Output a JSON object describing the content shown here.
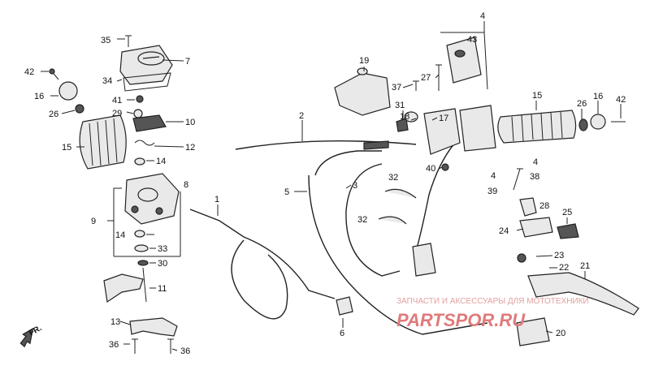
{
  "labels": {
    "p1": "1",
    "p2": "2",
    "p3": "3",
    "p4a": "4",
    "p4b": "4",
    "p5": "5",
    "p6": "6",
    "p7": "7",
    "p8": "8",
    "p9": "9",
    "p10": "10",
    "p11": "11",
    "p12": "12",
    "p13": "13",
    "p14a": "14",
    "p14b": "14",
    "p15a": "15",
    "p15b": "15",
    "p16a": "16",
    "p16b": "16",
    "p17": "17",
    "p18": "18",
    "p19": "19",
    "p20": "20",
    "p21": "21",
    "p22": "22",
    "p23": "23",
    "p24": "24",
    "p25": "25",
    "p26a": "26",
    "p26b": "26",
    "p27": "27",
    "p28": "28",
    "p29": "29",
    "p30": "30",
    "p31": "31",
    "p32a": "32",
    "p32b": "32",
    "p33": "33",
    "p34": "34",
    "p35": "35",
    "p36a": "36",
    "p36b": "36",
    "p37": "37",
    "p38": "38",
    "p39": "39",
    "p40": "40",
    "p41": "41",
    "p42a": "42",
    "p42b": "42",
    "p43": "43"
  },
  "direction_label": "FR.",
  "watermark": {
    "line1": "ЗАПЧАСТИ И АКСЕССУАРЫ ДЛЯ МОТОТЕХНИКИ",
    "line2": "PARTSPOR.RU"
  }
}
